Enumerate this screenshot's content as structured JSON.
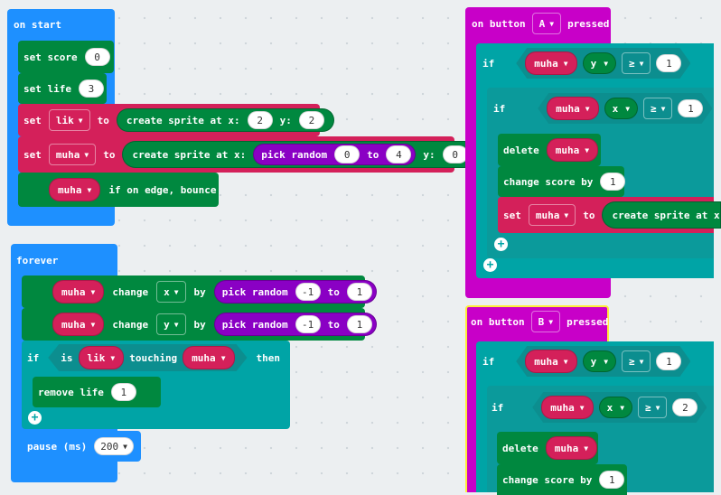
{
  "on_start": {
    "title": "on start",
    "set_score": {
      "label": "set score",
      "value": "0"
    },
    "set_life": {
      "label": "set life",
      "value": "3"
    },
    "set_lik": {
      "set": "set",
      "var": "lik",
      "to": "to",
      "create": "create sprite at x:",
      "x": "2",
      "y_label": "y:",
      "y": "2"
    },
    "set_muha": {
      "set": "set",
      "var": "muha",
      "to": "to",
      "create": "create sprite at x:",
      "pick": "pick random",
      "from": "0",
      "to2": "to",
      "max": "4",
      "y_label": "y:",
      "y": "0"
    },
    "bounce": {
      "var": "muha",
      "text": "if on edge, bounce"
    }
  },
  "forever": {
    "title": "forever",
    "change_x": {
      "var": "muha",
      "change": "change",
      "axis": "x",
      "by": "by",
      "pick": "pick random",
      "min": "-1",
      "to": "to",
      "max": "1"
    },
    "change_y": {
      "var": "muha",
      "change": "change",
      "axis": "y",
      "by": "by",
      "pick": "pick random",
      "min": "-1",
      "to": "to",
      "max": "1"
    },
    "if_block": {
      "if": "if",
      "is": "is",
      "var1": "lik",
      "touching": "touching",
      "var2": "muha",
      "then": "then"
    },
    "remove_life": {
      "label": "remove life",
      "value": "1"
    },
    "pause": {
      "label": "pause (ms)",
      "value": "200"
    }
  },
  "button_a": {
    "on": "on button",
    "button": "A",
    "pressed": "pressed",
    "if1": {
      "if": "if",
      "var": "muha",
      "prop": "y",
      "op": "≥",
      "value": "1"
    },
    "if2": {
      "if": "if",
      "var": "muha",
      "prop": "x",
      "op": "≥",
      "value": "1"
    },
    "delete": {
      "label": "delete",
      "var": "muha"
    },
    "change_score": {
      "label": "change score by",
      "value": "1"
    },
    "set_muha": {
      "set": "set",
      "var": "muha",
      "to": "to",
      "create": "create sprite at x"
    }
  },
  "button_b": {
    "on": "on button",
    "button": "B",
    "pressed": "pressed",
    "if1": {
      "if": "if",
      "var": "muha",
      "prop": "y",
      "op": "≥",
      "value": "1"
    },
    "if2": {
      "if": "if",
      "var": "muha",
      "prop": "x",
      "op": "≥",
      "value": "2"
    },
    "delete": {
      "label": "delete",
      "var": "muha"
    },
    "change_score": {
      "label": "change score by",
      "value": "1"
    }
  },
  "icons": {
    "dropdown": "caret-down-icon",
    "add": "plus-icon"
  },
  "colors": {
    "events": "#1e90ff",
    "variables": "#d4205a",
    "game": "#00883f",
    "logic": "#00a4a6",
    "input": "#c800c8",
    "math": "#8a00c4"
  }
}
